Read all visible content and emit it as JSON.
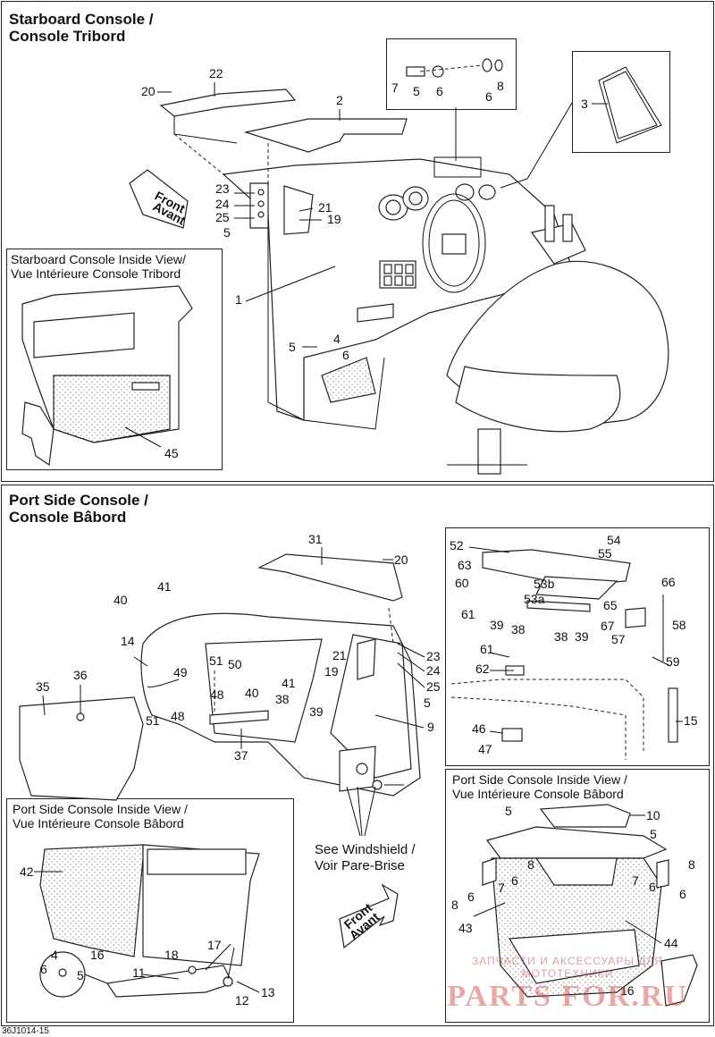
{
  "starboard": {
    "title_line1": "Starboard Console /",
    "title_line2": "Console Tribord",
    "inset_line1": "Starboard Console Inside View/",
    "inset_line2": "Vue Intérieure Console Tribord",
    "callouts": [
      "22",
      "20",
      "2",
      "7",
      "5",
      "6",
      "6",
      "8",
      "3",
      "23",
      "24",
      "25",
      "5",
      "21",
      "19",
      "1",
      "5",
      "4",
      "6",
      "45"
    ],
    "front_line1": "Front",
    "front_line2": "Avant"
  },
  "port": {
    "title_line1": "Port Side Console /",
    "title_line2": "Console Bâbord",
    "inset_line1": "Port Side Console Inside View /",
    "inset_line2": "Vue Intérieure Console Bâbord",
    "inset2_line1": "Port Side Console Inside View /",
    "inset2_line2": "Vue Intérieure Console Bâbord",
    "see_line1": "See Windshield /",
    "see_line2": "Voir Pare-Brise",
    "callouts": [
      "31",
      "20",
      "41",
      "40",
      "14",
      "36",
      "35",
      "49",
      "51",
      "50",
      "51",
      "48",
      "48",
      "40",
      "41",
      "38",
      "39",
      "37",
      "21",
      "19",
      "23",
      "24",
      "25",
      "5",
      "9",
      "42",
      "4",
      "6",
      "5",
      "16",
      "11",
      "18",
      "17",
      "12",
      "13",
      "52",
      "54",
      "55",
      "63",
      "53b",
      "60",
      "53a",
      "61",
      "39",
      "38",
      "38",
      "39",
      "65",
      "66",
      "67",
      "58",
      "57",
      "59",
      "61",
      "62",
      "15",
      "46",
      "47",
      "5",
      "10",
      "5",
      "7",
      "6",
      "8",
      "6",
      "8",
      "6",
      "7",
      "6",
      "8",
      "43",
      "44",
      "16"
    ],
    "front_line1": "Front",
    "front_line2": "Avant"
  },
  "footer_code": "36J1014-15",
  "watermark": {
    "top": "ЗАПЧАСТИ И АКСЕССУАРЫ ДЛЯ МОТОТЕХНИКИ",
    "logo": "PARTS FOR.RU"
  }
}
